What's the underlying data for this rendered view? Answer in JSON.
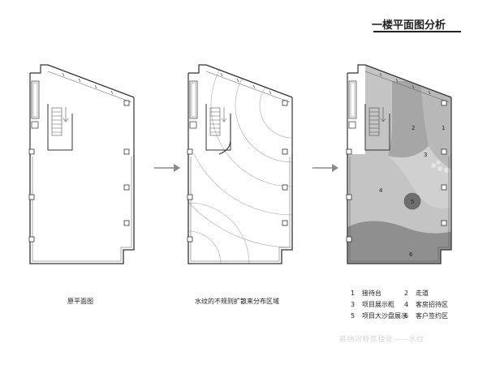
{
  "header": {
    "title": "一楼平面图分析"
  },
  "panels": [
    {
      "caption": "原平面图"
    },
    {
      "caption": "水纹的不规则扩散来分布区域"
    },
    {
      "caption": ""
    }
  ],
  "zones": [
    {
      "num": "1",
      "label": "接待台"
    },
    {
      "num": "2",
      "label": "走道"
    },
    {
      "num": "3",
      "label": "项目展示柜"
    },
    {
      "num": "4",
      "label": "客房招待区"
    },
    {
      "num": "5",
      "label": "项目大沙盘展示"
    },
    {
      "num": "6",
      "label": "客户签约区"
    }
  ],
  "footer": {
    "text": "慕纳河畔售楼处——水纹"
  },
  "colors": {
    "zone_light": "#b3b3b3",
    "zone_mid": "#a0a0a0",
    "zone_dark": "#8c8c8c",
    "zone_pale": "#c4c4c4",
    "wall": "#333333",
    "arrow": "#8a8a8a"
  }
}
